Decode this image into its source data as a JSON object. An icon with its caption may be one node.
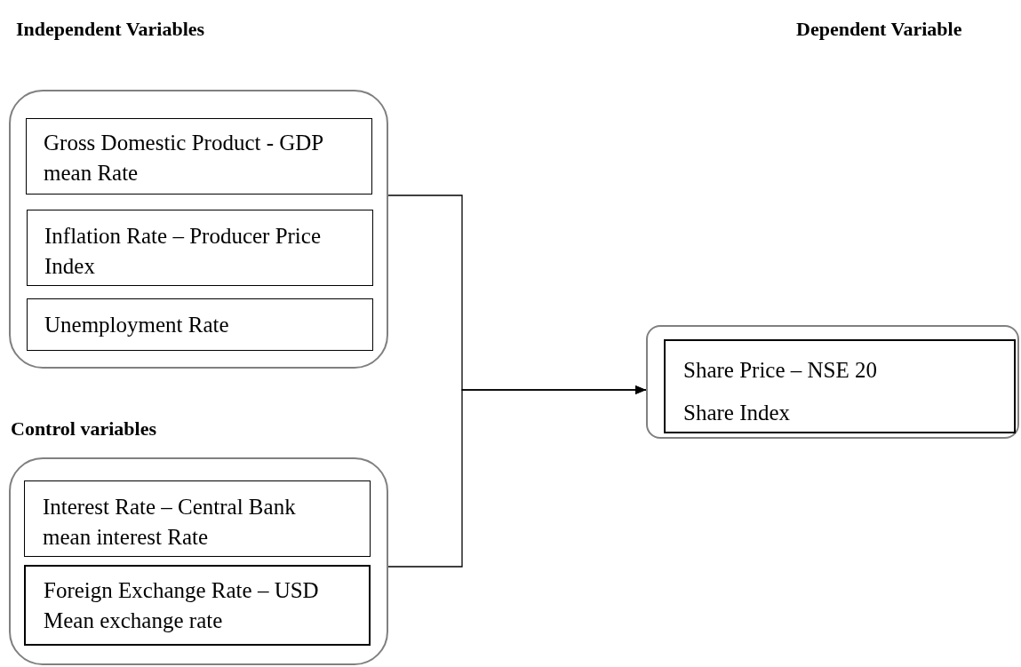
{
  "diagram": {
    "nodes": [
      {
        "text": [],
        "shape": "box"
      },
      {
        "text": [
          "Gross Domestic Product - GDP mean Rate"
        ],
        "in": 0
      },
      {
        "text": [
          "Inflation Rate – Producer Price Index"
        ],
        "in": 0
      },
      {
        "text": [
          "Unemployment Rate"
        ],
        "in": 0
      },
      {
        "text": [],
        "shape": "box"
      },
      {
        "text": [
          "Interest Rate – Central Bank mean interest Rate"
        ],
        "in": 4
      },
      {
        "text": [
          "Foreign Exchange Rate – USD Mean exchange rate"
        ],
        "in": 4
      },
      {
        "text": [],
        "shape": "box"
      },
      {
        "text": [
          "Share Price – NSE 20",
          "Share Index"
        ],
        "in": 7
      }
    ],
    "edges": [
      {
        "from": 0,
        "to": 7,
        "arrow": "to"
      },
      {
        "from": 4,
        "to": 7,
        "arrow": "to"
      }
    ],
    "labels": [
      "Independent Variables",
      "Dependent Variable",
      "Control variables"
    ]
  }
}
